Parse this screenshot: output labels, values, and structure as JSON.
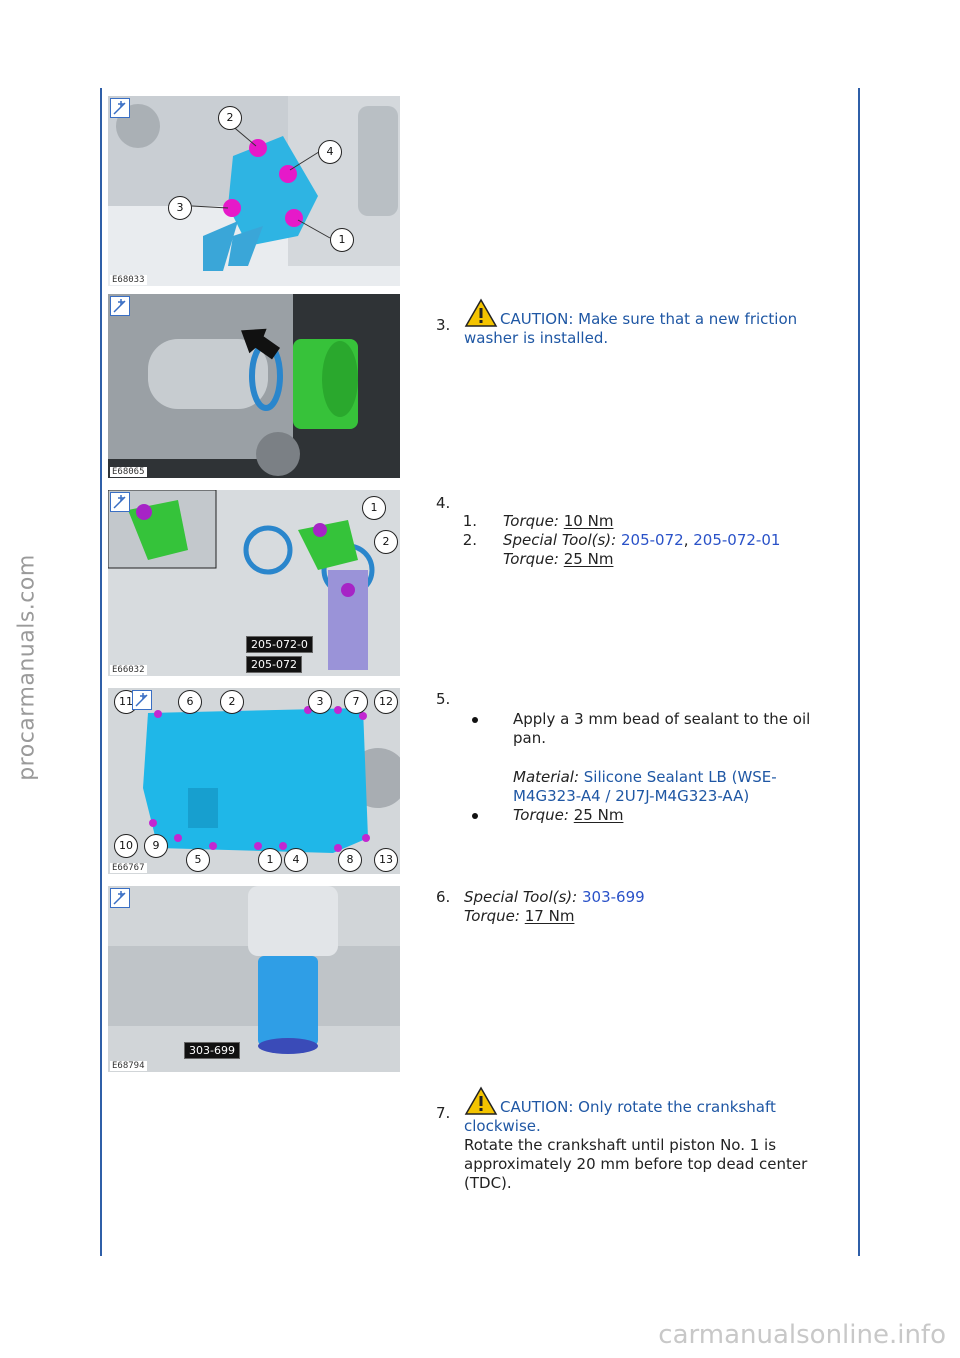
{
  "watermarks": {
    "side": "procarmanuals.com",
    "bottom": "carmanualsonline.info"
  },
  "figures": [
    {
      "code": "E68033",
      "callouts": [
        "1",
        "2",
        "3",
        "4"
      ]
    },
    {
      "code": "E68065",
      "callouts": []
    },
    {
      "code": "E66032",
      "callouts": [
        "1",
        "2"
      ],
      "tool_labels": [
        "205-072-0",
        "205-072"
      ]
    },
    {
      "code": "E66767",
      "callouts": [
        "11",
        "6",
        "2",
        "3",
        "7",
        "12",
        "10",
        "9",
        "5",
        "1",
        "4",
        "8",
        "13"
      ]
    },
    {
      "code": "E68794",
      "callouts": [],
      "tool_labels": [
        "303-699"
      ]
    }
  ],
  "steps": {
    "s3": {
      "num": "3.",
      "caution": "CAUTION: Make sure that a new friction washer is installed."
    },
    "s4": {
      "num": "4.",
      "items": [
        {
          "n": "1.",
          "torque_label": "Torque:",
          "torque_value": "10 Nm"
        },
        {
          "n": "2.",
          "tools_label": "Special Tool(s):",
          "tool1": "205-072",
          "sep": ",",
          "tool2": "205-072-01",
          "torque_label": "Torque:",
          "torque_value": "25 Nm"
        }
      ]
    },
    "s5": {
      "num": "5.",
      "bullet1": "Apply a 3 mm bead of sealant to the oil pan.",
      "material_label": "Material:",
      "material_value": "Silicone Sealant LB (WSE-M4G323-A4 / 2U7J-M4G323-AA)",
      "torque_label": "Torque:",
      "torque_value": "25 Nm"
    },
    "s6": {
      "num": "6.",
      "tools_label": "Special Tool(s):",
      "tool": "303-699",
      "torque_label": "Torque:",
      "torque_value": "17 Nm"
    },
    "s7": {
      "num": "7.",
      "caution": "CAUTION: Only rotate the crankshaft clockwise.",
      "text": "Rotate the crankshaft until piston No. 1 is approximately 20 mm before top dead center (TDC)."
    }
  }
}
